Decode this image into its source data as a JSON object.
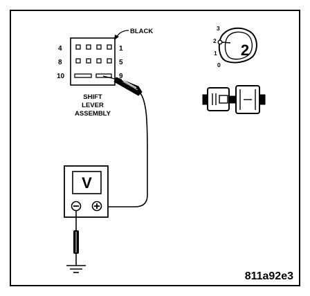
{
  "diagram": {
    "connector": {
      "color_label": "BLACK",
      "pins_left": [
        "4",
        "8",
        "10"
      ],
      "pins_right": [
        "1",
        "5",
        "9"
      ],
      "assembly_label": [
        "SHIFT",
        "LEVER",
        "ASSEMBLY"
      ]
    },
    "key_switch": {
      "positions": [
        "3",
        "2",
        "1",
        "0"
      ],
      "selected": "2"
    },
    "meter": {
      "symbol": "V",
      "neg": "−",
      "pos": "+"
    },
    "figure_code": "811a92e3"
  }
}
